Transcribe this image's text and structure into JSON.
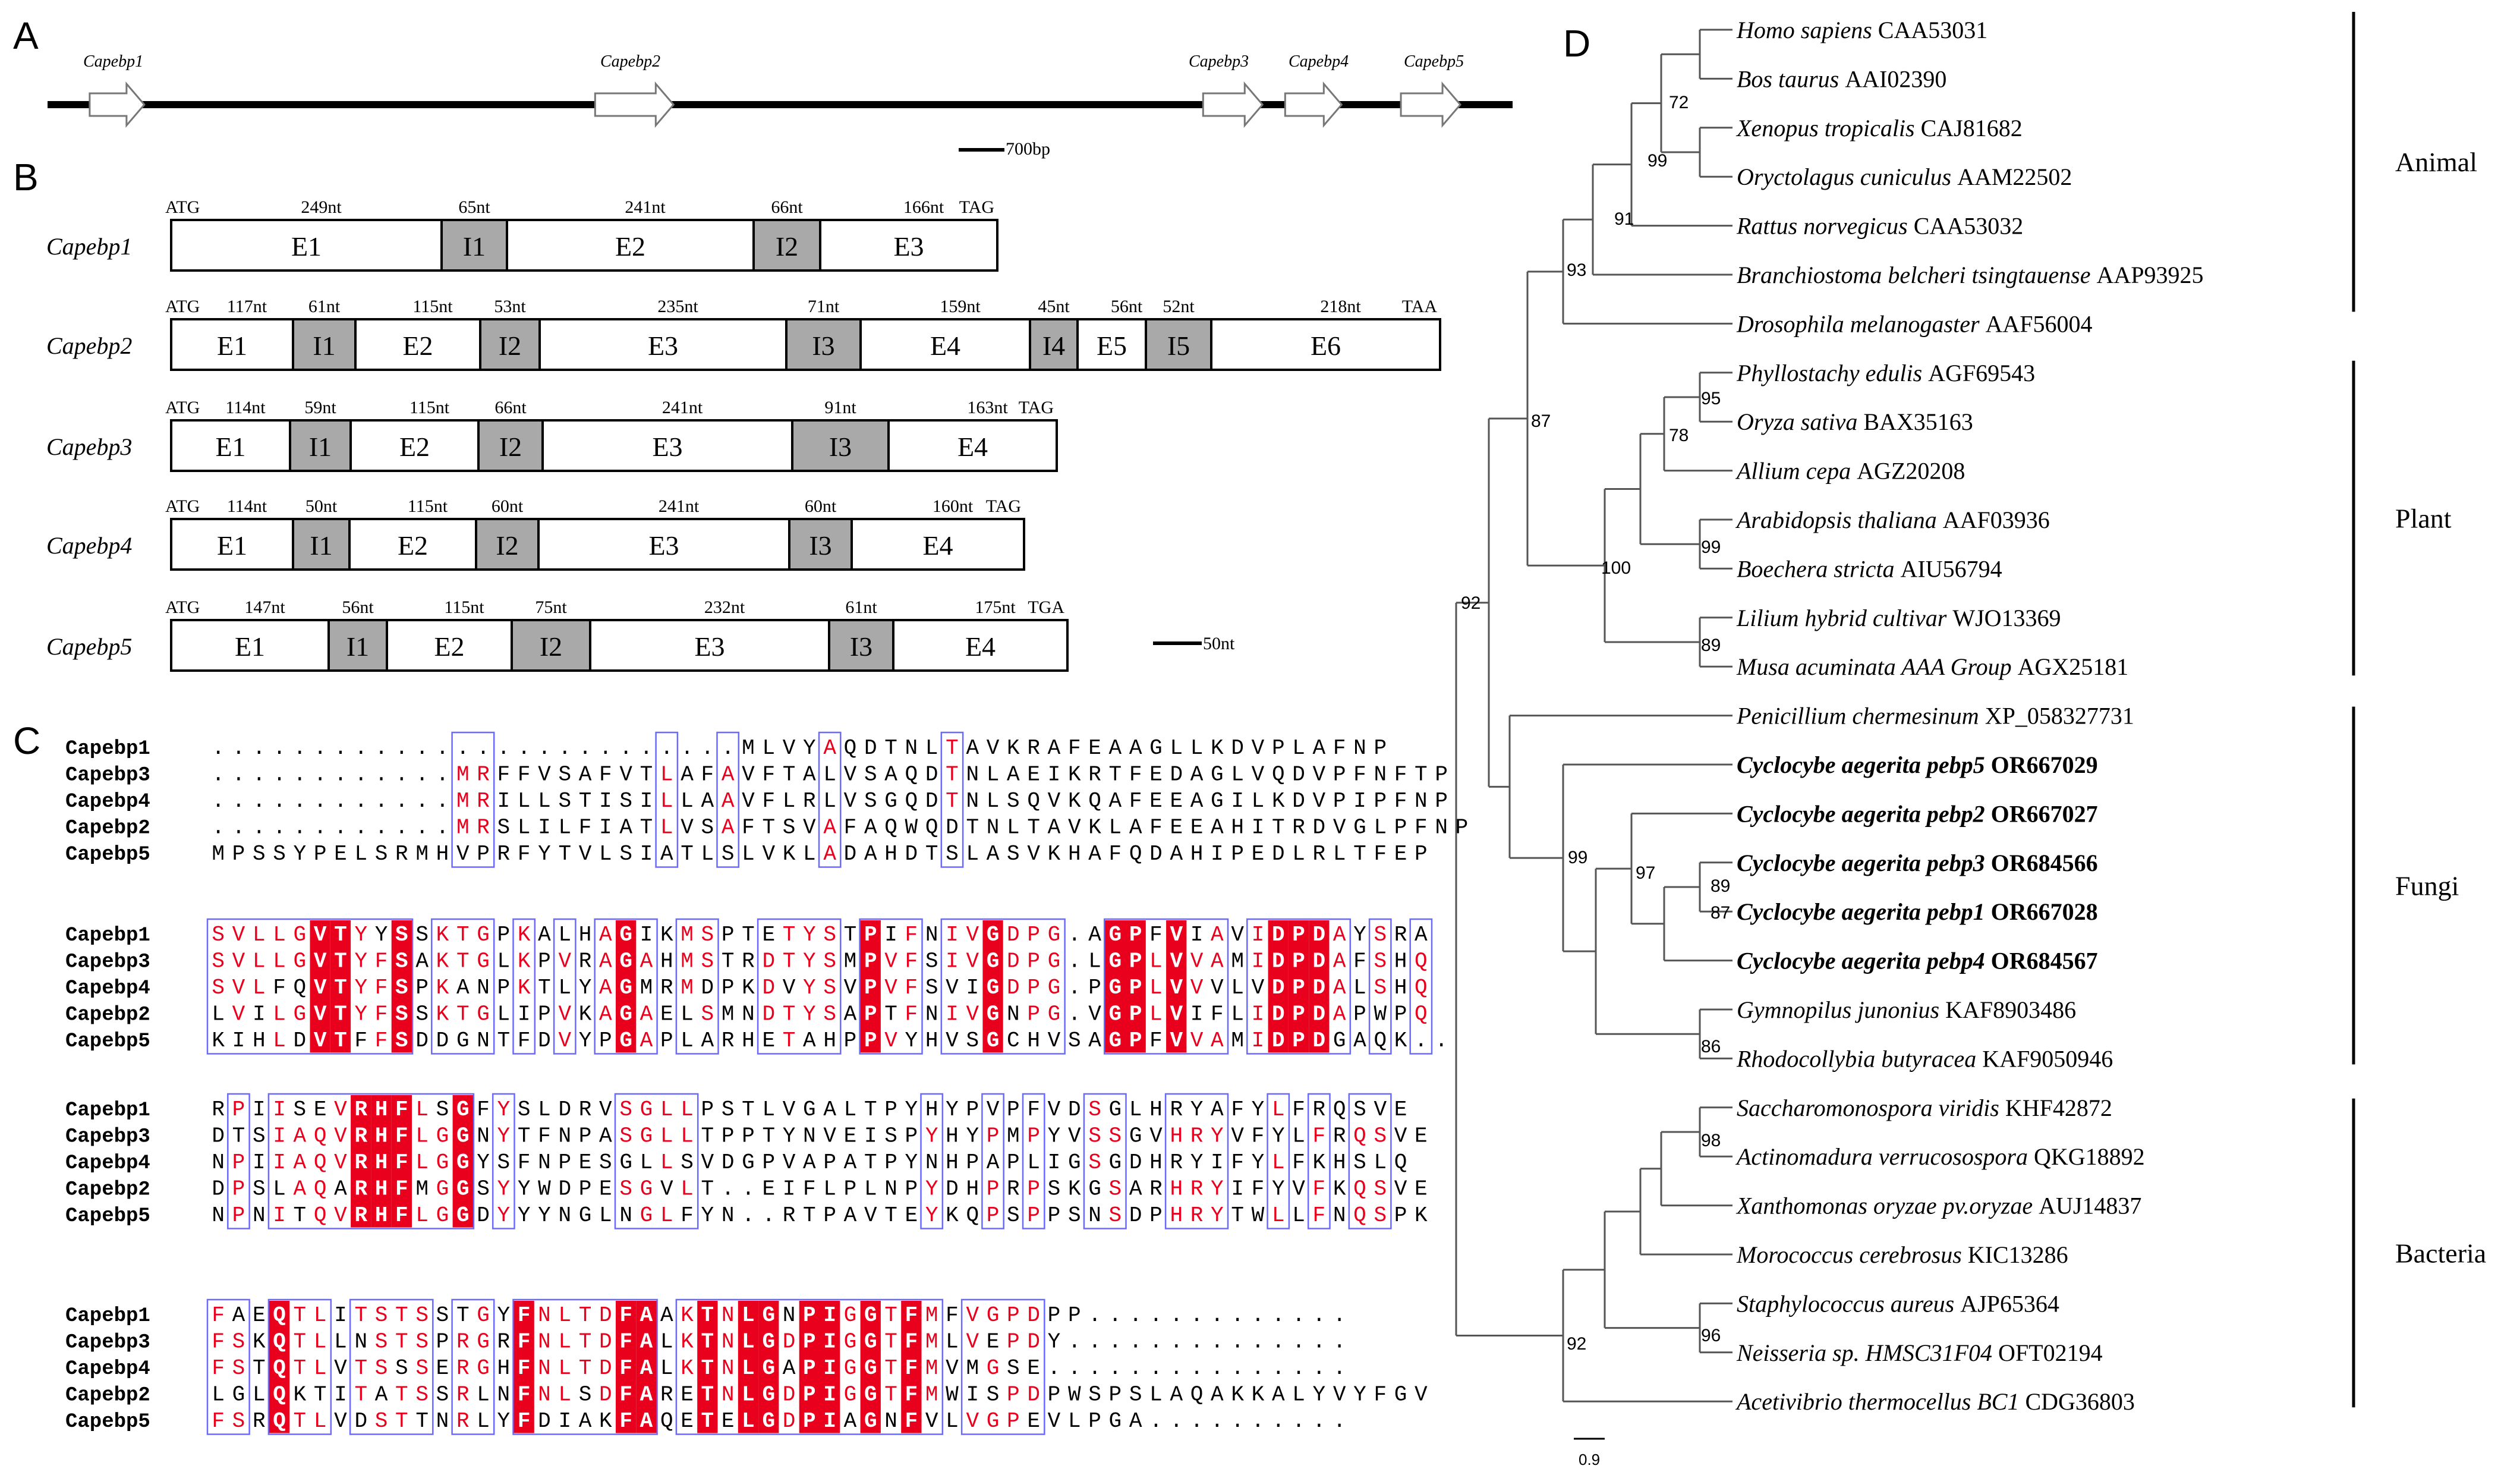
{
  "panels": {
    "A": "A",
    "B": "B",
    "C": "C",
    "D": "D"
  },
  "panelA": {
    "genes": [
      {
        "name": "Capebp1",
        "start": 0.032
      },
      {
        "name": "Capebp2",
        "start": 0.377
      },
      {
        "name": "Capebp3",
        "start": 0.792
      },
      {
        "name": "Capebp4",
        "start": 0.848
      },
      {
        "name": "Capebp5",
        "start": 0.927
      }
    ],
    "scale_label": "700bp"
  },
  "panelB": {
    "genes": [
      {
        "name": "Capebp1",
        "start_codon": "ATG",
        "stop_codon": "TAG",
        "segments": [
          {
            "label": "E1",
            "type": "exon",
            "length": "249nt"
          },
          {
            "label": "I1",
            "type": "intron",
            "length": "65nt"
          },
          {
            "label": "E2",
            "type": "exon",
            "length": "241nt"
          },
          {
            "label": "I2",
            "type": "intron",
            "length": "66nt"
          },
          {
            "label": "E3",
            "type": "exon",
            "length": "166nt"
          }
        ]
      },
      {
        "name": "Capebp2",
        "start_codon": "ATG",
        "stop_codon": "TAA",
        "segments": [
          {
            "label": "E1",
            "type": "exon",
            "length": "117nt"
          },
          {
            "label": "I1",
            "type": "intron",
            "length": "61nt"
          },
          {
            "label": "E2",
            "type": "exon",
            "length": "115nt"
          },
          {
            "label": "I2",
            "type": "intron",
            "length": "53nt"
          },
          {
            "label": "E3",
            "type": "exon",
            "length": "235nt"
          },
          {
            "label": "I3",
            "type": "intron",
            "length": "71nt"
          },
          {
            "label": "E4",
            "type": "exon",
            "length": "159nt"
          },
          {
            "label": "I4",
            "type": "intron",
            "length": "45nt"
          },
          {
            "label": "E5",
            "type": "exon",
            "length": "56nt"
          },
          {
            "label": "I5",
            "type": "intron",
            "length": "52nt"
          },
          {
            "label": "E6",
            "type": "exon",
            "length": "218nt"
          }
        ]
      },
      {
        "name": "Capebp3",
        "start_codon": "ATG",
        "stop_codon": "TAG",
        "segments": [
          {
            "label": "E1",
            "type": "exon",
            "length": "114nt"
          },
          {
            "label": "I1",
            "type": "intron",
            "length": "59nt"
          },
          {
            "label": "E2",
            "type": "exon",
            "length": "115nt"
          },
          {
            "label": "I2",
            "type": "intron",
            "length": "66nt"
          },
          {
            "label": "E3",
            "type": "exon",
            "length": "241nt"
          },
          {
            "label": "I3",
            "type": "intron",
            "length": "91nt"
          },
          {
            "label": "E4",
            "type": "exon",
            "length": "163nt"
          }
        ]
      },
      {
        "name": "Capebp4",
        "start_codon": "ATG",
        "stop_codon": "TAG",
        "segments": [
          {
            "label": "E1",
            "type": "exon",
            "length": "114nt"
          },
          {
            "label": "I1",
            "type": "intron",
            "length": "50nt"
          },
          {
            "label": "E2",
            "type": "exon",
            "length": "115nt"
          },
          {
            "label": "I2",
            "type": "intron",
            "length": "60nt"
          },
          {
            "label": "E3",
            "type": "exon",
            "length": "241nt"
          },
          {
            "label": "I3",
            "type": "intron",
            "length": "60nt"
          },
          {
            "label": "E4",
            "type": "exon",
            "length": "160nt"
          }
        ]
      },
      {
        "name": "Capebp5",
        "start_codon": "ATG",
        "stop_codon": "TGA",
        "segments": [
          {
            "label": "E1",
            "type": "exon",
            "length": "147nt"
          },
          {
            "label": "I1",
            "type": "intron",
            "length": "56nt"
          },
          {
            "label": "E2",
            "type": "exon",
            "length": "115nt"
          },
          {
            "label": "I2",
            "type": "intron",
            "length": "75nt"
          },
          {
            "label": "E3",
            "type": "exon",
            "length": "232nt"
          },
          {
            "label": "I3",
            "type": "intron",
            "length": "61nt"
          },
          {
            "label": "E4",
            "type": "exon",
            "length": "175nt"
          }
        ]
      }
    ],
    "scale_label": "50nt"
  },
  "panelC": {
    "names": [
      "Capebp1",
      "Capebp3",
      "Capebp4",
      "Capebp2",
      "Capebp5"
    ],
    "blocks": [
      {
        "rows": [
          "..........................MLVYAQDTNLTAVKRAFEAAGLLKDVPLAFNP",
          "............MRFFVSAFVTLAFAVFTALVSAQDTNLAEIKRTFEDAGLVQDVPFNFTP",
          "............MRILLSTISILLAAVFLRLVSGQDTNLSQVKQAFEEAGILKDVPIPFNP",
          "............MRSLILFIATLVSAFTSVAFAQWQDTNLTAVKLAFEEAHITRDVGLPFNP",
          "MPSSYPELSRMHVPRFYTVLSIATLSLVKLADAHDTSLASVKHAFQDAHIPEDLRLTFEP"
        ]
      },
      {
        "rows": [
          "SVLLGVTYYSSKTGPKALHAGIKMSPTETYSTPIFNIVGDPG.AGPFVIAVIDPDAYSRA",
          "SVLLGVTYFSAKTGLKPVRAGAHMSTRDTYSMPVFSIVGDPG.LGPLVVAMIDPDAFSHQ",
          "SVLFQVTYFSPKANPKTLYAGMRMDPKDVYSVPVFSVIGDPG.PGPLVVVLVDPDALSHQ",
          "LVILGVTYFSSKTGLIPVKAGAELSMNDTYSAPTFNIVGNPG.VGPLVIFLIDPDAPWPQ",
          "KIHLDVTFFSDDGNTFDVYPGAPLARHETAHPPVYHVSGCHVSAGPFVVAMIDPDGAQK.."
        ]
      },
      {
        "rows": [
          "RPIISEVRHFLSGFYSLDRVSGLLPSTLVGALTPYHYPVPFVDSGLHRYAFYLFRQSVE",
          "DTSIAQVRHFLGGNYTFNPASGLLTPPTYNVEISPYHYPMPYVSSGVHRYVFYLFRQSVE",
          "NPIIAQVRHFLGGYSFNPESGLLSVDGPVAPATPYNHPAPLIGSGDHRYIFYLFKHSLQ",
          "DPSLAQARHFMGGSYYWDPESGVLT..EIFLPLNPYDHPRPSKGSARHRYIFYVFKQSVE",
          "NPNITQVRHFLGGDYYYNGLNGLFYN..RTPAVTEYKQPSPPSNSDPHRYTWLLFNQSPK"
        ]
      },
      {
        "rows": [
          "FAEQTLITSTSSTGYFNLTDFAAKTNLGNPIGGTFMFVGPDPP.............",
          "FSKQTLLNSTSPRGRFNLTDFALKTNLGDPIGGTFMLVEPDY..............",
          "FSTQTLVTSSSERGHFNLTDFALKTNLGAPIGGTFMVMGSE...............",
          "LGLQKTITATSSRLNFNLSDFARETNLGDPIGGTFMWISPDPWSPSLAQAKKALYVYFGV",
          "FSRQTLVDSTTNRLYFDIAKFAQETELGDPIAGNFVLVGPEVLPGA.........."
        ]
      }
    ]
  },
  "panelD": {
    "taxa": [
      {
        "species": "Homo sapiens",
        "accession": "CAA53031",
        "bold": false
      },
      {
        "species": "Bos taurus",
        "accession": "AAI02390",
        "bold": false
      },
      {
        "species": "Xenopus tropicalis",
        "accession": "CAJ81682",
        "bold": false
      },
      {
        "species": "Oryctolagus cuniculus",
        "accession": "AAM22502",
        "bold": false
      },
      {
        "species": "Rattus norvegicus",
        "accession": "CAA53032",
        "bold": false
      },
      {
        "species": "Branchiostoma belcheri tsingtauense",
        "accession": "AAP93925",
        "bold": false
      },
      {
        "species": "Drosophila melanogaster",
        "accession": "AAF56004",
        "bold": false
      },
      {
        "species": "Phyllostachy edulis",
        "accession": "AGF69543",
        "bold": false
      },
      {
        "species": "Oryza sativa",
        "accession": "BAX35163",
        "bold": false
      },
      {
        "species": "Allium cepa",
        "accession": "AGZ20208",
        "bold": false
      },
      {
        "species": "Arabidopsis thaliana",
        "accession": "AAF03936",
        "bold": false
      },
      {
        "species": "Boechera stricta",
        "accession": "AIU56794",
        "bold": false
      },
      {
        "species": "Lilium hybrid cultivar",
        "accession": "WJO13369",
        "bold": false
      },
      {
        "species": "Musa acuminata AAA Group",
        "accession": "AGX25181",
        "bold": false
      },
      {
        "species": "Penicillium chermesinum",
        "accession": "XP_058327731",
        "bold": false
      },
      {
        "species": "Cyclocybe aegerita pebp5",
        "accession": "OR667029",
        "bold": true
      },
      {
        "species": "Cyclocybe aegerita pebp2",
        "accession": "OR667027",
        "bold": true
      },
      {
        "species": "Cyclocybe aegerita pebp3",
        "accession": "OR684566",
        "bold": true
      },
      {
        "species": "Cyclocybe aegerita pebp1",
        "accession": "OR667028",
        "bold": true
      },
      {
        "species": "Cyclocybe aegerita pebp4",
        "accession": "OR684567",
        "bold": true
      },
      {
        "species": "Gymnopilus junonius",
        "accession": "KAF8903486",
        "bold": false
      },
      {
        "species": "Rhodocollybia butyracea",
        "accession": "KAF9050946",
        "bold": false
      },
      {
        "species": "Saccharomonospora viridis",
        "accession": "KHF42872",
        "bold": false
      },
      {
        "species": "Actinomadura verrucosospora",
        "accession": "QKG18892",
        "bold": false
      },
      {
        "species": "Xanthomonas oryzae pv.oryzae",
        "accession": "AUJ14837",
        "bold": false
      },
      {
        "species": "Morococcus cerebrosus",
        "accession": "KIC13286",
        "bold": false
      },
      {
        "species": "Staphylococcus aureus",
        "accession": "AJP65364",
        "bold": false
      },
      {
        "species": "Neisseria sp. HMSC31F04",
        "accession": "OFT02194",
        "bold": false
      },
      {
        "species": "Acetivibrio thermocellus BC1",
        "accession": "CDG36803",
        "bold": false
      }
    ],
    "groups": [
      "Animal",
      "Plant",
      "Fungi",
      "Bacteria"
    ],
    "bootstrap": [
      "72",
      "99",
      "91",
      "93",
      "95",
      "78",
      "99",
      "89",
      "100",
      "87",
      "87",
      "89",
      "97",
      "86",
      "99",
      "98",
      "96",
      "92",
      "92"
    ],
    "tree_scale_label": "0.9"
  },
  "colors": {
    "conserved_fill": "#e8001c",
    "similar_text": "#e8001c",
    "box_border": "#6a6aff",
    "intron_fill": "#a9a9a9"
  }
}
